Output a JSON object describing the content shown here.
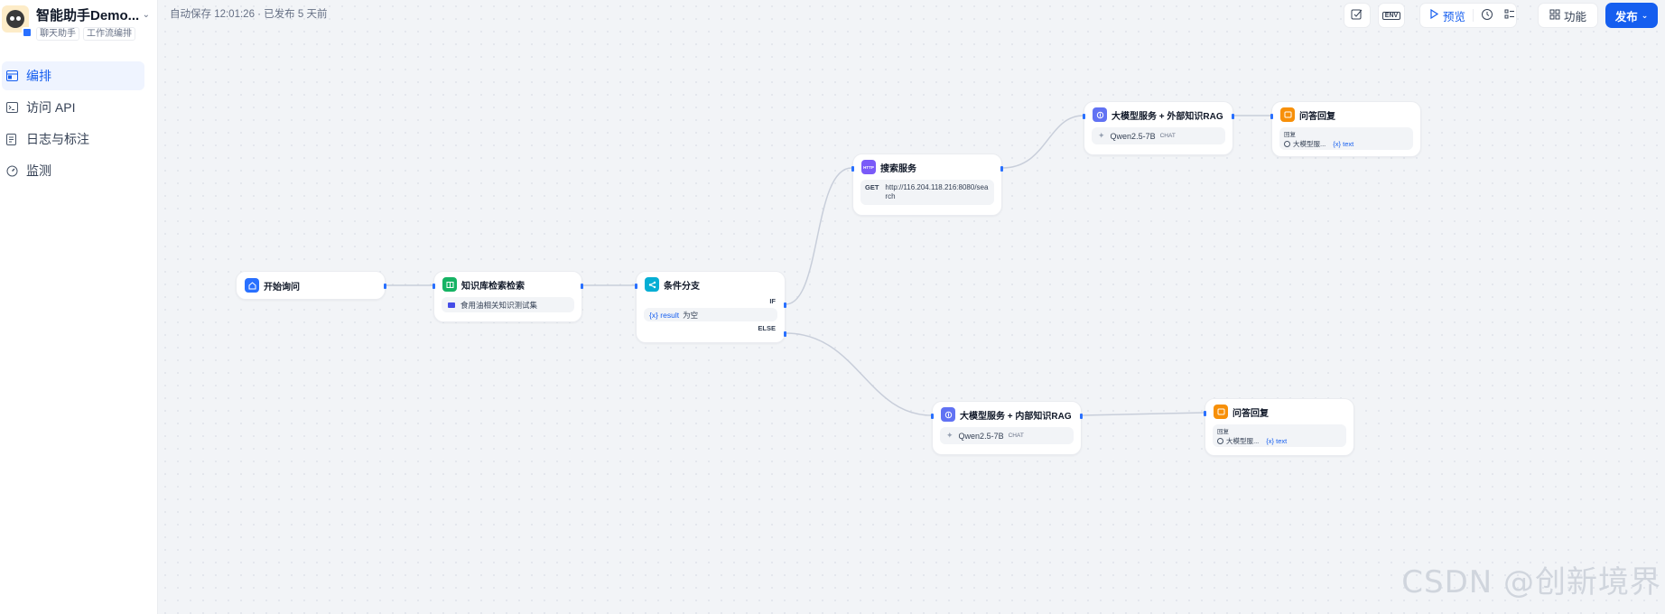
{
  "app": {
    "title": "智能助手Demo...",
    "tags": [
      "聊天助手",
      "工作流编排"
    ]
  },
  "nav": [
    {
      "label": "编排",
      "icon": "layout-icon",
      "active": true
    },
    {
      "label": "访问 API",
      "icon": "terminal-icon",
      "active": false
    },
    {
      "label": "日志与标注",
      "icon": "file-list-icon",
      "active": false
    },
    {
      "label": "监测",
      "icon": "dashboard-icon",
      "active": false
    }
  ],
  "topbar": {
    "status": "自动保存 12:01:26 · 已发布 5 天前",
    "env_label": "ENV",
    "preview_label": "预览",
    "features_label": "功能",
    "publish_label": "发布"
  },
  "nodes": {
    "start": {
      "title": "开始询问",
      "color": "#2970ff"
    },
    "knowledge": {
      "title": "知识库检索检索",
      "dataset": "食用油相关知识测试集",
      "color": "#16b364"
    },
    "condition": {
      "title": "条件分支",
      "if_label": "IF",
      "else_label": "ELSE",
      "var": "{x} result",
      "op": "为空",
      "color": "#06aed4"
    },
    "http": {
      "title": "搜索服务",
      "method": "GET",
      "url": "http://116.204.118.216:8080/search",
      "badge": "HTTP",
      "color": "#7a5af8"
    },
    "llm_external": {
      "title": "大模型服务 + 外部知识RAG",
      "model": "Qwen2.5-7B",
      "mode": "CHAT",
      "color": "#6172f3"
    },
    "llm_internal": {
      "title": "大模型服务 + 内部知识RAG",
      "model": "Qwen2.5-7B",
      "mode": "CHAT",
      "color": "#6172f3"
    },
    "answer_top": {
      "title": "问答回复",
      "label": "回复",
      "source": "大模型服...",
      "var": "{x} text",
      "color": "#f79009"
    },
    "answer_bottom": {
      "title": "问答回复",
      "label": "回复",
      "source": "大模型服...",
      "var": "{x} text",
      "color": "#f79009"
    }
  },
  "watermark": "CSDN @创新境界"
}
